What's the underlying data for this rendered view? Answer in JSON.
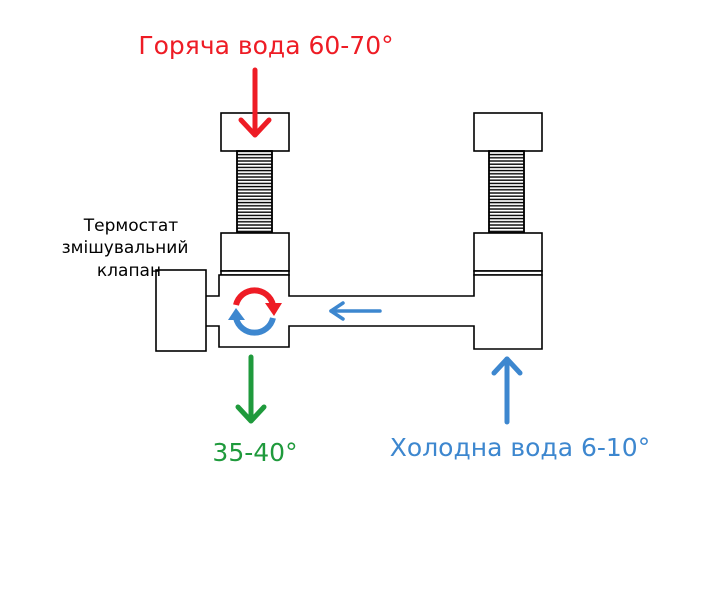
{
  "labels": {
    "hot_water": "Горяча вода 60-70°",
    "cold_water": "Холодна вода 6-10°",
    "mixed_water": "35-40°",
    "valve_line1": "Термостат",
    "valve_line2": "змішувальний",
    "valve_line3": "клапан"
  },
  "colors": {
    "hot": "#ee1c25",
    "cold": "#3d87cf",
    "mixed": "#1f9a3c",
    "outline": "#000000"
  }
}
